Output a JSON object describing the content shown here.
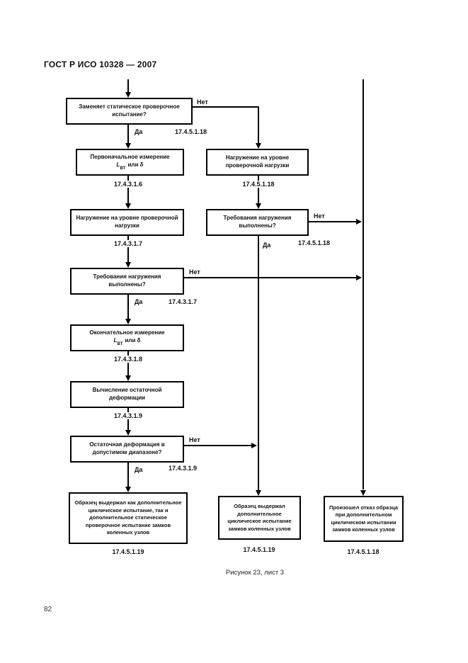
{
  "page": {
    "header": "ГОСТ Р ИСО 10328 — 2007",
    "caption": "Рисунок 23, лист 3",
    "page_number": "82"
  },
  "labels": {
    "yes": "Да",
    "no": "Нет"
  },
  "nodes": {
    "replace_test": {
      "text": "Заменяет статическое  проверочное испытание?",
      "ref": "17.4.5.1.18"
    },
    "initial_measurement": {
      "line1": "Первоначальное измерение",
      "sym": "L",
      "sub": "BT",
      "rest": "или δ",
      "ref": "17.4.3.1.6"
    },
    "loading_left": {
      "text": "Нагружение на уровне проверочной нагрузки",
      "ref": "17.4.3.1.7"
    },
    "req_left": {
      "text": "Требования нагружения выполнены?",
      "ref": "17.4.3.1.7"
    },
    "final_measurement": {
      "line1": "Окончательное измерение",
      "sym": "L",
      "sub": "BT",
      "rest": "или δ",
      "ref": "17.4.3.1.8"
    },
    "residual_calc": {
      "text": "Вычисление остаточной деформации",
      "ref": "17.4.3.1.9"
    },
    "residual_range": {
      "text": "Остаточная деформация в допустимом диапазоне?",
      "ref": "17.4.3.1.9"
    },
    "result_pass_both": {
      "text": "Образец выдержал как дополнительное циклическое испытание, так и дополнительное статическое проверочное испытание замков коленных узлов",
      "ref": "17.4.5.1.19"
    },
    "loading_mid": {
      "text": "Нагружение на уровне проверочной нагрузки",
      "ref": "17.4.5.1.18"
    },
    "req_mid": {
      "text": "Требования нагружения выполнены?",
      "ref": "17.4.5.1.18"
    },
    "result_pass_cyclic": {
      "text": "Образец выдержал дополнительное циклическое испытание замков коленных узлов",
      "ref": "17.4.5.1.19"
    },
    "result_fail": {
      "text": "Произошел отказ образца при  дополнительном циклическом испытании замков коленных узлов",
      "ref": "17.4.5.1.18"
    }
  }
}
